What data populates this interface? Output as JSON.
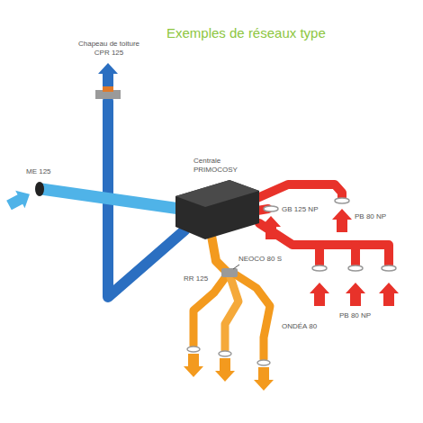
{
  "diagram": {
    "title": "Exemples de réseaux type",
    "labels": [
      "Chapeau de toiture CPR 125",
      "ME 125",
      "Centrale PRIMOCOSY",
      "GB 125 NP",
      "PB 80 NP",
      "NEOCO 80 S",
      "RR 125",
      "ONDÉA 80",
      "PB 80 NP"
    ]
  }
}
